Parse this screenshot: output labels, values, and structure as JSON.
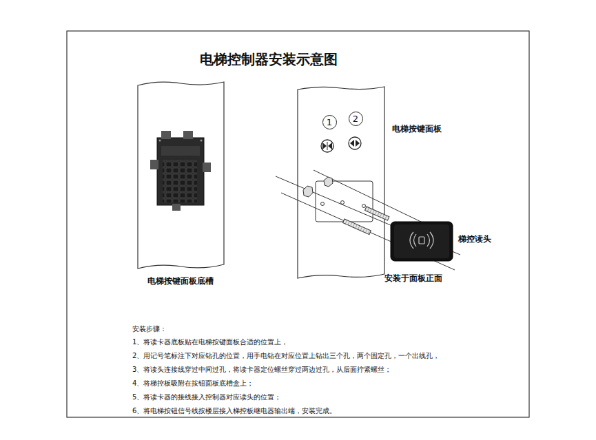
{
  "diagram": {
    "title": "电梯控制器安装示意图",
    "nodes": [
      {
        "text": [
          "1"
        ]
      },
      {
        "text": [
          "2"
        ]
      }
    ],
    "labels": [
      "电梯按键面板",
      "梯控读头",
      "电梯按键面板底槽",
      "安装于面板正面",
      "安装步骤：",
      "1、将读卡器底板贴在电梯按键面板合适的位置上，",
      "2、用记号笔标注下对应钻孔的位置，用手电钻在对应位置上钻出三个孔，两个固定孔，一个出线孔，",
      "3、将读头连接线穿过中间过孔，将读卡器定位螺丝穿过两边过孔，从后面拧紧螺丝；",
      "4、将梯控板吸附在按钮面板底槽盒上；",
      "5、将读卡器的接线接入控制器对应读头的位置；",
      "6、将电梯按钮信号线按楼层接入梯控板继电器输出端，安装完成。"
    ]
  }
}
